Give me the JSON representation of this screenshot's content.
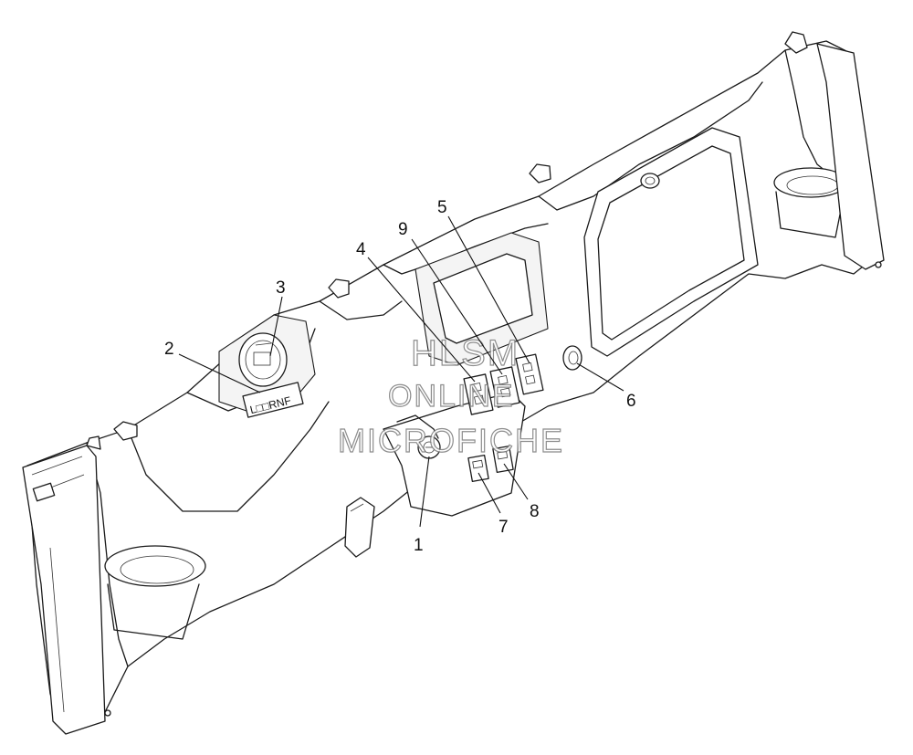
{
  "diagram": {
    "callouts": [
      {
        "id": "1",
        "label": "1"
      },
      {
        "id": "2",
        "label": "2"
      },
      {
        "id": "3",
        "label": "3"
      },
      {
        "id": "4",
        "label": "4"
      },
      {
        "id": "5",
        "label": "5"
      },
      {
        "id": "6",
        "label": "6"
      },
      {
        "id": "7",
        "label": "7"
      },
      {
        "id": "8",
        "label": "8"
      },
      {
        "id": "9",
        "label": "9"
      }
    ],
    "badge_text": "L□□RNF",
    "watermark": {
      "line1": "HLSM",
      "line2": "ONLINE",
      "line3": "MICROFICHE"
    }
  }
}
